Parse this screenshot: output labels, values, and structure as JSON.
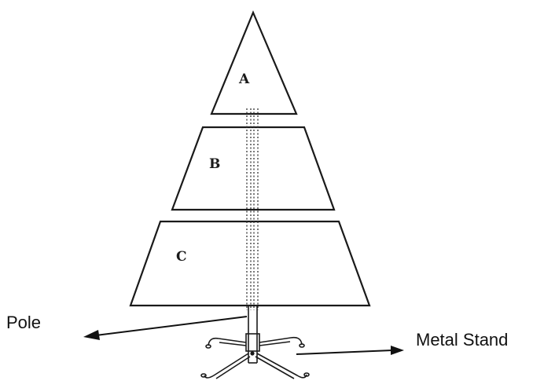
{
  "labels": {
    "section_a": "A",
    "section_b": "B",
    "section_c": "C",
    "pole": "Pole",
    "metal_stand": "Metal Stand"
  },
  "colors": {
    "stroke": "#1a1a1a",
    "background": "#ffffff"
  }
}
